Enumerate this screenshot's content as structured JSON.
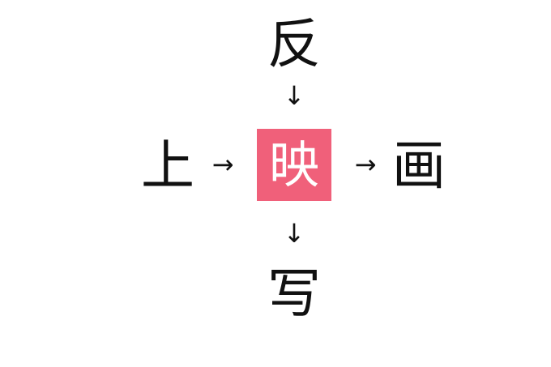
{
  "puzzle": {
    "top": "反",
    "left": "上",
    "center": "映",
    "right": "画",
    "bottom": "写",
    "arrow_down_top": "↓",
    "arrow_right_left": "→",
    "arrow_right_right": "→",
    "arrow_down_bottom": "↓"
  },
  "colors": {
    "center_background": "#F0607A",
    "center_text": "#ffffff",
    "text": "#111111"
  }
}
